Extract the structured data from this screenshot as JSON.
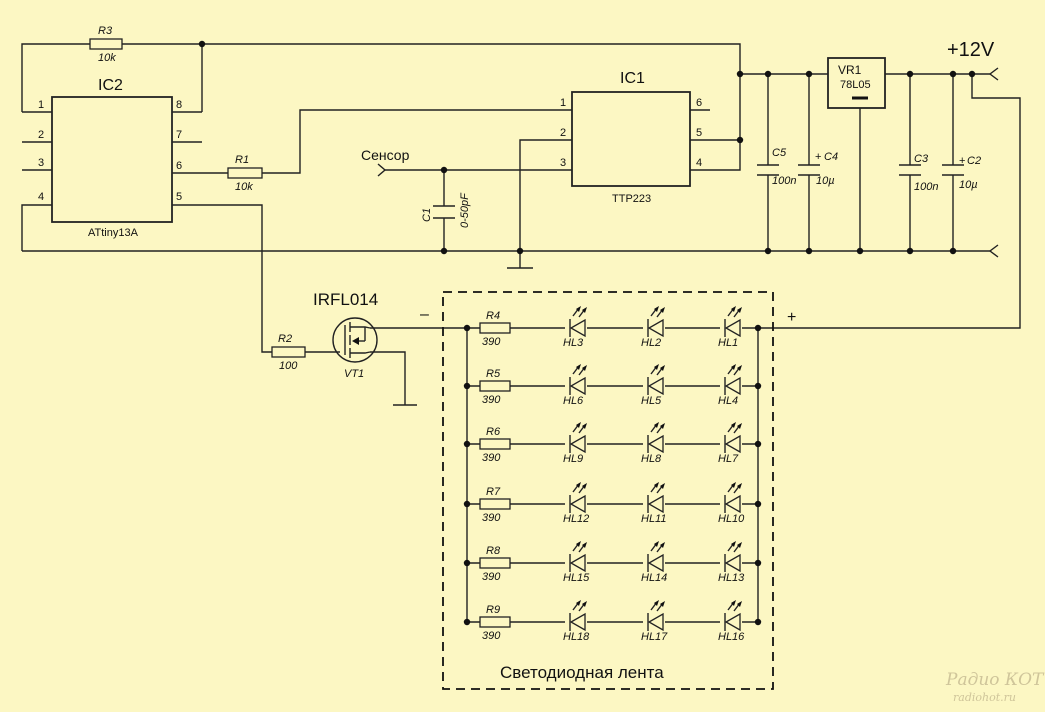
{
  "title": "",
  "power": {
    "label": "+12V"
  },
  "ic2": {
    "name": "IC2",
    "part": "ATtiny13A",
    "pins": [
      "1",
      "2",
      "3",
      "4",
      "8",
      "7",
      "6",
      "5"
    ]
  },
  "ic1": {
    "name": "IC1",
    "part": "TTP223",
    "pins": [
      "1",
      "2",
      "3",
      "6",
      "5",
      "4"
    ]
  },
  "vr1": {
    "name": "VR1",
    "part": "78L05"
  },
  "sensor": {
    "label": "Сенсор"
  },
  "resistors": [
    {
      "name": "R3",
      "value": "10k"
    },
    {
      "name": "R1",
      "value": "10k"
    },
    {
      "name": "R2",
      "value": "100"
    },
    {
      "name": "R4",
      "value": "390"
    },
    {
      "name": "R5",
      "value": "390"
    },
    {
      "name": "R6",
      "value": "390"
    },
    {
      "name": "R7",
      "value": "390"
    },
    {
      "name": "R8",
      "value": "390"
    },
    {
      "name": "R9",
      "value": "390"
    }
  ],
  "capacitors": [
    {
      "name": "C1",
      "value": "0-50pF"
    },
    {
      "name": "C5",
      "value": "100n"
    },
    {
      "name": "C4",
      "value": "10µ"
    },
    {
      "name": "C3",
      "value": "100n"
    },
    {
      "name": "C2",
      "value": "10µ"
    }
  ],
  "transistor": {
    "part": "IRFL014",
    "name": "VT1"
  },
  "strip": {
    "label": "Светодиодная лента",
    "minus": "–",
    "plus": "+",
    "rows": [
      [
        "HL3",
        "HL2",
        "HL1"
      ],
      [
        "HL6",
        "HL5",
        "HL4"
      ],
      [
        "HL9",
        "HL8",
        "HL7"
      ],
      [
        "HL12",
        "HL11",
        "HL10"
      ],
      [
        "HL15",
        "HL14",
        "HL13"
      ],
      [
        "HL18",
        "HL17",
        "HL16"
      ]
    ]
  },
  "watermark": {
    "brand": "Радио КОТ",
    "site": "radiohot.ru"
  }
}
